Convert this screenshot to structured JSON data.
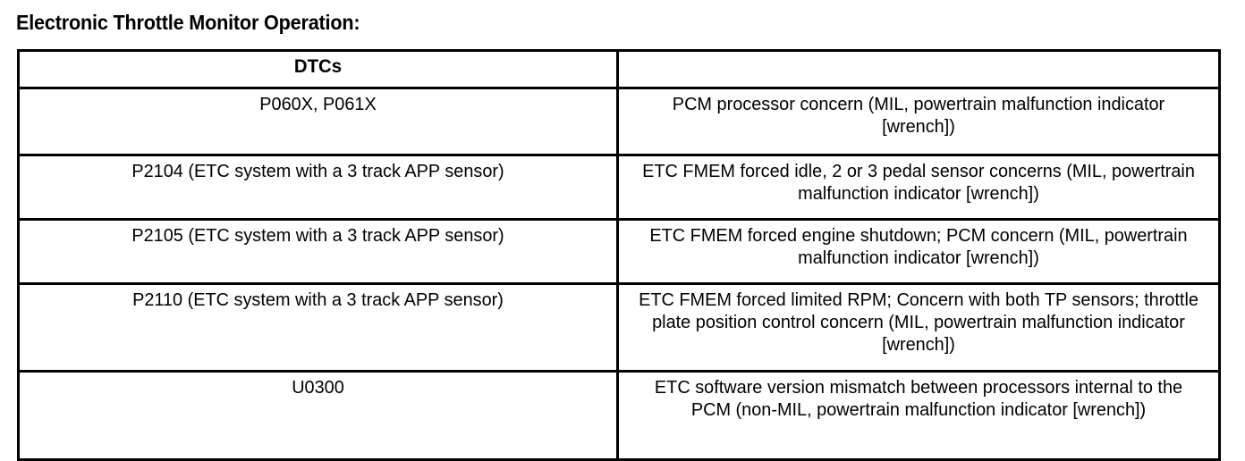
{
  "document": {
    "title": "Electronic Throttle Monitor Operation:"
  },
  "table": {
    "columns": [
      {
        "header": "DTCs"
      },
      {
        "header": ""
      }
    ],
    "rows": [
      {
        "dtc": "P060X, P061X",
        "description": "PCM processor concern (MIL, powertrain malfunction indicator [wrench])"
      },
      {
        "dtc": "P2104 (ETC system with a 3 track APP sensor)",
        "description": "ETC FMEM  forced idle, 2 or 3 pedal sensor concerns (MIL, powertrain malfunction indicator [wrench])"
      },
      {
        "dtc": "P2105 (ETC system with a 3 track APP sensor)",
        "description": "ETC FMEM  forced engine shutdown; PCM concern (MIL, powertrain malfunction indicator [wrench])"
      },
      {
        "dtc": "P2110 (ETC system with a 3 track APP sensor)",
        "description": "ETC FMEM  forced limited RPM; Concern with both TP sensors; throttle plate position control concern (MIL, powertrain malfunction indicator [wrench])"
      },
      {
        "dtc": "U0300",
        "description": "ETC software version mismatch between processors internal to the PCM (non-MIL, powertrain malfunction indicator [wrench])"
      }
    ]
  },
  "colors": {
    "text": "#000000",
    "background": "#ffffff",
    "border": "#000000"
  }
}
